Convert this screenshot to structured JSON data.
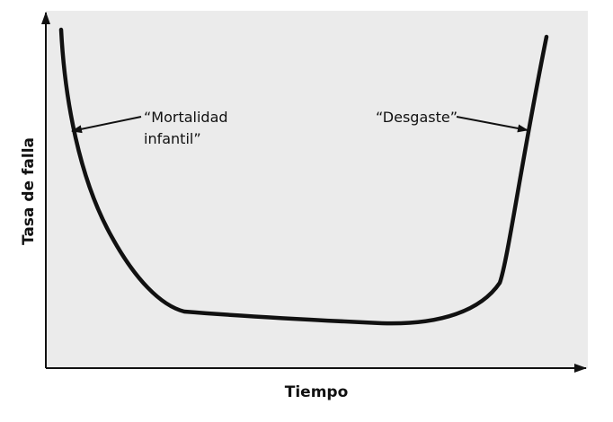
{
  "figure": {
    "background_color": "#ebebeb",
    "curve_color": "#111111",
    "xlabel": "Tiempo",
    "ylabel": "Tasa de falla",
    "annotations": {
      "infant": {
        "line1": "“Mortalidad",
        "line2": "infantil”"
      },
      "wear": {
        "line1": "“Desgaste”"
      }
    }
  }
}
